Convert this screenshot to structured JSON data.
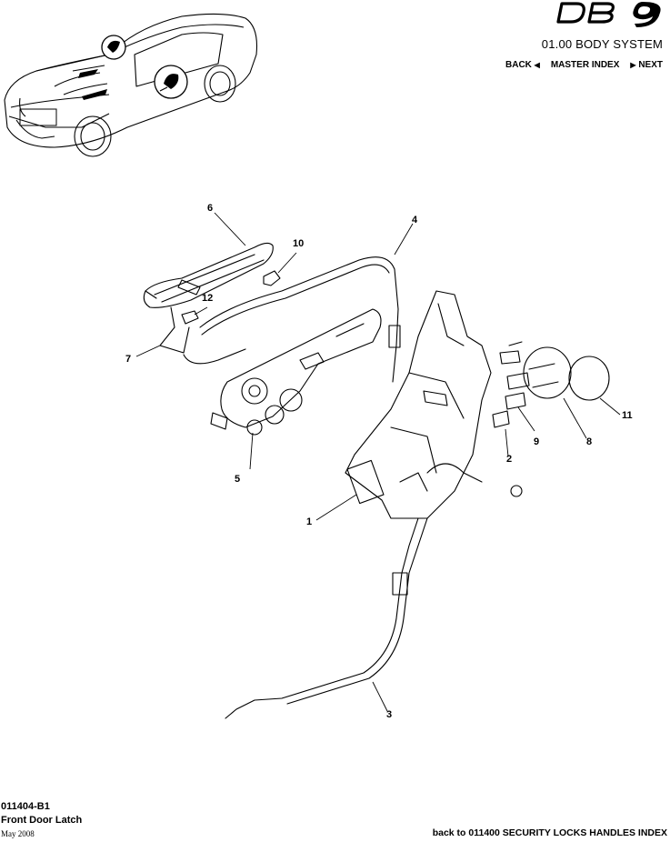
{
  "header": {
    "logo_text": "DB 9",
    "section_title": "01.00 BODY SYSTEM",
    "nav": {
      "back_label": "BACK",
      "master_index_label": "MASTER INDEX",
      "next_label": "NEXT"
    }
  },
  "callouts": [
    "1",
    "2",
    "3",
    "4",
    "5",
    "6",
    "7",
    "8",
    "9",
    "10",
    "11",
    "12"
  ],
  "footer": {
    "doc_code": "011404-B1",
    "doc_title": "Front Door Latch",
    "doc_date": "May 2008",
    "back_index_link": "back to 011400 SECURITY LOCKS HANDLES INDEX"
  },
  "icons": [
    "back-triangle-icon",
    "next-triangle-icon"
  ]
}
